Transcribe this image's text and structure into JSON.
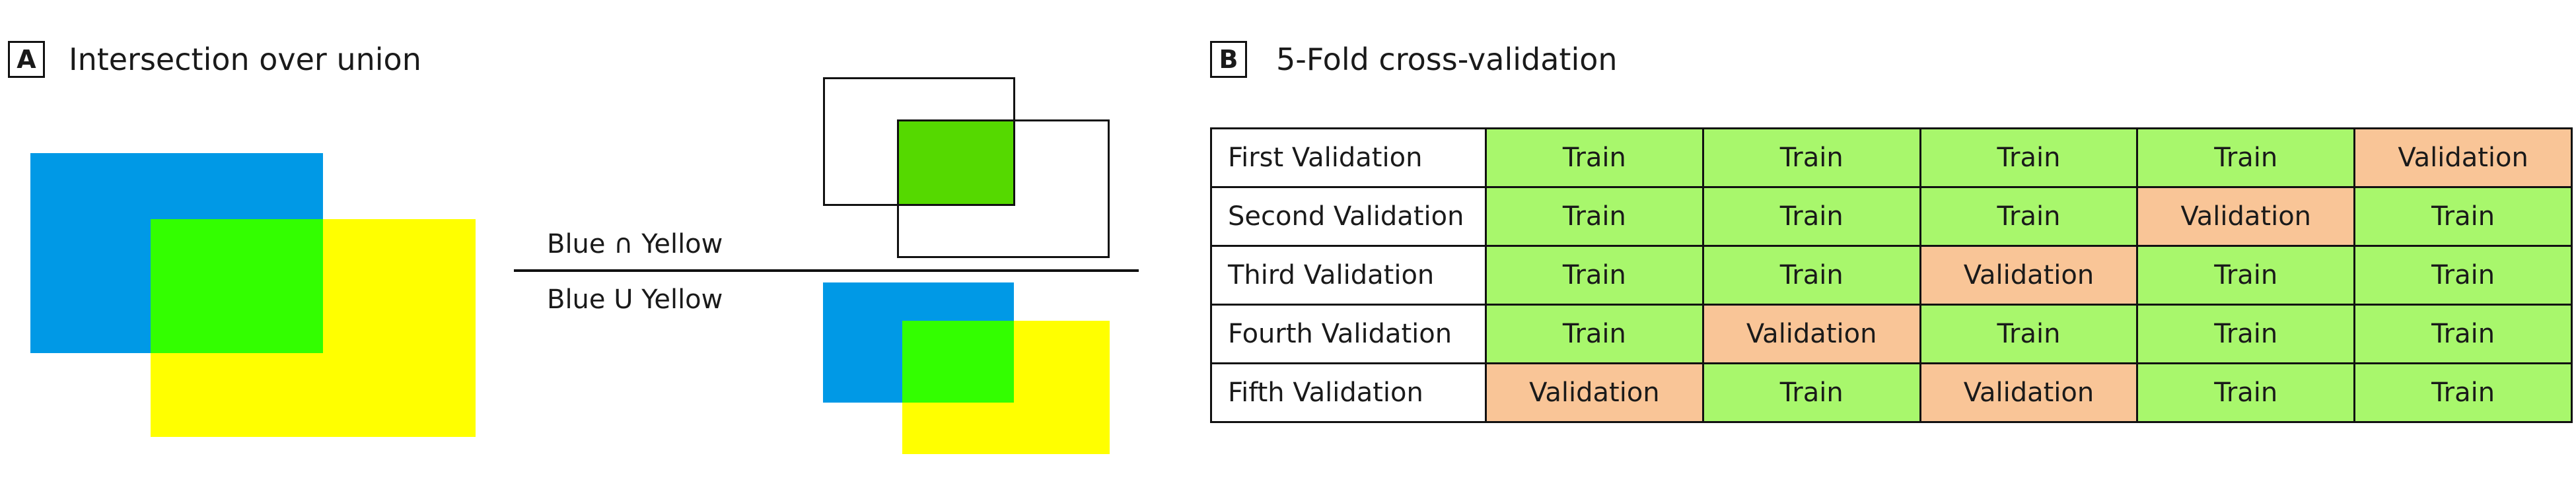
{
  "panel_a": {
    "badge": "A",
    "title": "Intersection over union",
    "numerator_label": "Blue ∩ Yellow",
    "denominator_label": "Blue U Yellow",
    "colors": {
      "blue": "#0099e6",
      "yellow": "#ffff00",
      "overlap": "#33ff00",
      "intersection": "#55d900"
    }
  },
  "panel_b": {
    "badge": "B",
    "title": "5-Fold cross-validation",
    "colors": {
      "train": "#a8f76c",
      "validation": "#f9c597"
    },
    "rows": [
      {
        "label": "First Validation",
        "cells": [
          "Train",
          "Train",
          "Train",
          "Train",
          "Validation"
        ]
      },
      {
        "label": "Second Validation",
        "cells": [
          "Train",
          "Train",
          "Train",
          "Validation",
          "Train"
        ]
      },
      {
        "label": "Third Validation",
        "cells": [
          "Train",
          "Train",
          "Validation",
          "Train",
          "Train"
        ]
      },
      {
        "label": "Fourth Validation",
        "cells": [
          "Train",
          "Validation",
          "Train",
          "Train",
          "Train"
        ]
      },
      {
        "label": "Fifth Validation",
        "cells": [
          "Validation",
          "Train",
          "Validation",
          "Train",
          "Train"
        ]
      }
    ]
  }
}
